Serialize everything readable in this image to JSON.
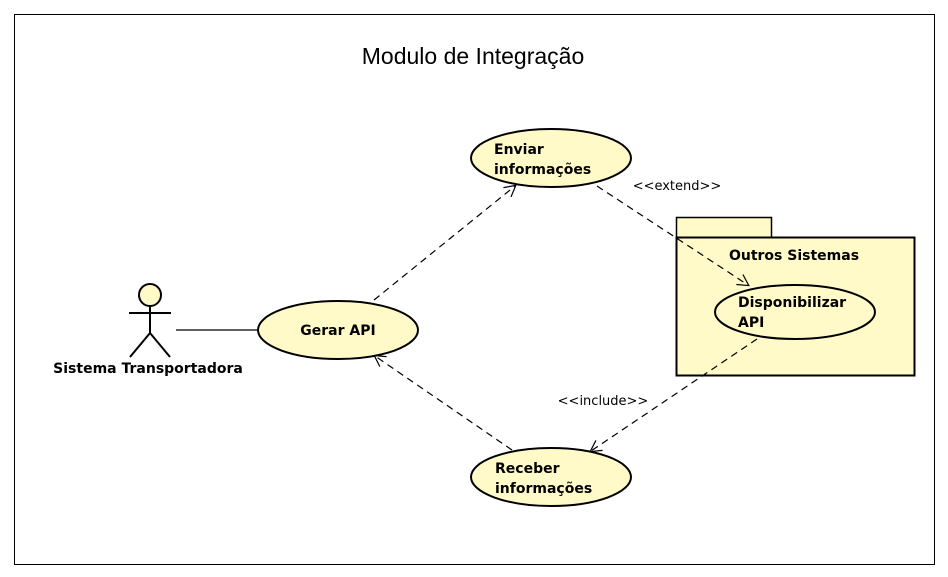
{
  "diagram": {
    "title": "Modulo de Integração",
    "actor": {
      "name": "Sistema Transportadora"
    },
    "package": {
      "name": "Outros Sistemas"
    },
    "use_cases": {
      "gerar_api": {
        "line1": "Gerar API"
      },
      "enviar": {
        "line1": "Enviar",
        "line2": "informações"
      },
      "receber": {
        "line1": "Receber",
        "line2": "informações"
      },
      "disponibilizar": {
        "line1": "Disponibilizar",
        "line2": "API"
      }
    },
    "relations": {
      "extend": "<<extend>>",
      "include": "<<include>>"
    }
  },
  "colors": {
    "use_case_fill": "#fffac8",
    "package_fill": "#fffac8",
    "actor_head_fill": "#fffac8",
    "stroke": "#000000"
  }
}
